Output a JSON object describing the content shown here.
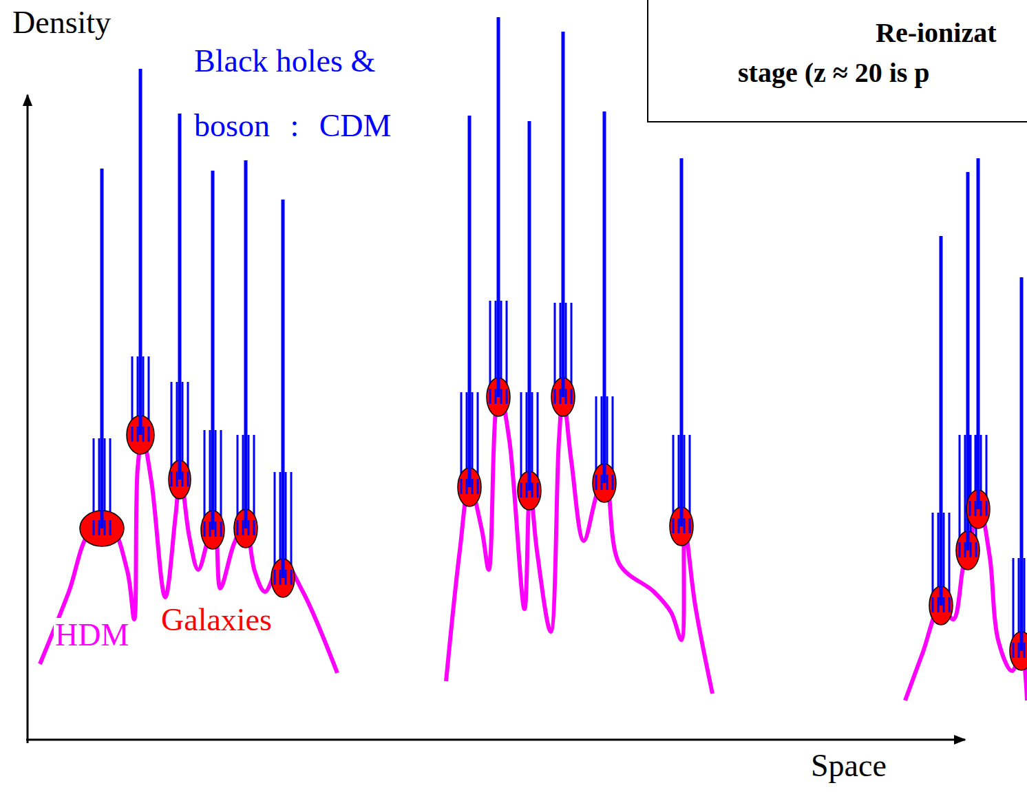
{
  "diagram": {
    "nodes": [
      {
        "text": [
          "Re-ionizat",
          "stage (z ≈ 20 is p"
        ]
      }
    ],
    "labels": [
      "Density",
      "Black holes &",
      "boson : CDM",
      "HDM",
      "Galaxies",
      "Space"
    ]
  }
}
